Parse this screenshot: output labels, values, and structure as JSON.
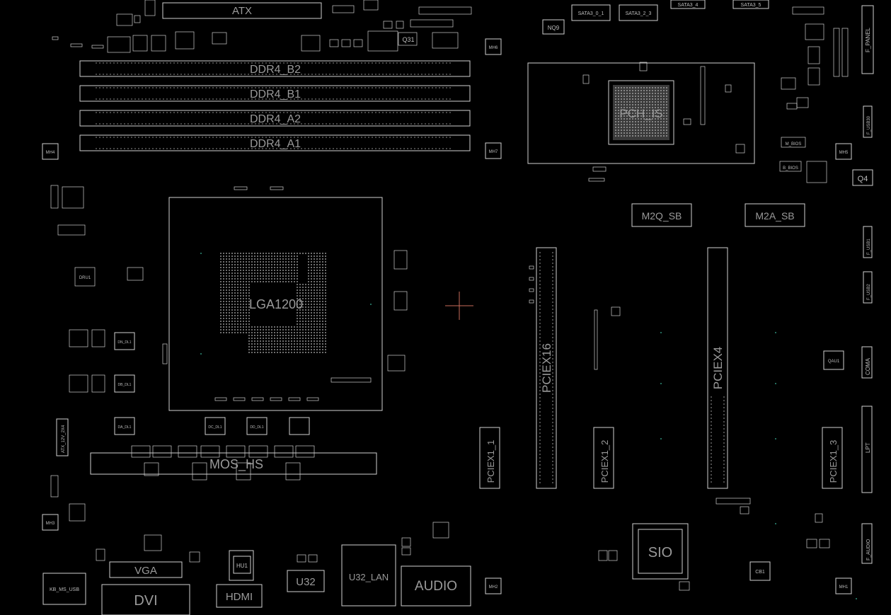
{
  "board": {
    "connectors": {
      "atx": "ATX",
      "ddr4_b2": "DDR4_B2",
      "ddr4_b1": "DDR4_B1",
      "ddr4_a2": "DDR4_A2",
      "ddr4_a1": "DDR4_A1",
      "pch": "PCH_IS",
      "m2q": "M2Q_SB",
      "m2a": "M2A_SB",
      "cpu_socket": "LGA1200",
      "pciex16": "PCIEX16",
      "pciex4": "PCIEX4",
      "pciex1_1": "PCIEX1_1",
      "pciex1_2": "PCIEX1_2",
      "pciex1_3": "PCIEX1_3",
      "mos_hs": "MOS_HS",
      "vga": "VGA",
      "dvi": "DVI",
      "hdmi": "HDMI",
      "u32": "U32",
      "u32_lan": "U32_LAN",
      "audio": "AUDIO",
      "sio": "SIO",
      "kb_ms_usb": "KB_MS_USB",
      "atx_12v_2x4": "ATX_12V_2X4"
    },
    "small": {
      "sata3_0_1": "SATA3_0_1",
      "sata3_2_3": "SATA3_2_3",
      "sata3_4": "SATA3_4",
      "sata3_5": "SATA3_5",
      "f_panel": "F_PANEL",
      "f_usb30": "F_USB30",
      "f_usb1": "F_USB1",
      "f_usb2": "F_USB2",
      "com": "COMA",
      "lpt": "LPT",
      "f_audio": "F_AUDIO",
      "q31": "Q31",
      "q4": "Q4",
      "nq9": "NQ9",
      "hu1": "HU1",
      "mh1": "MH1",
      "mh2": "MH2",
      "mh3": "MH3",
      "mh4": "MH4",
      "mh5": "MH5",
      "mh6": "MH6",
      "mh7": "MH7",
      "m_bios": "M_BIOS",
      "b_bios": "B_BIOS",
      "dn_dl1": "DN_DL1",
      "db_dl1": "DB_DL1",
      "da_dl1": "DA_DL1",
      "dc_dl1": "DC_DL1",
      "dd_dl1": "DD_DL1",
      "ddr_u1": "DRU1",
      "cb1": "CB1",
      "qaun": "QAU1"
    },
    "colors": {
      "background": "#000000",
      "outline": "#cfcfcf",
      "label": "#9a9a9a",
      "via": "#2f8f7a",
      "cursor": "#c96b5a"
    }
  }
}
